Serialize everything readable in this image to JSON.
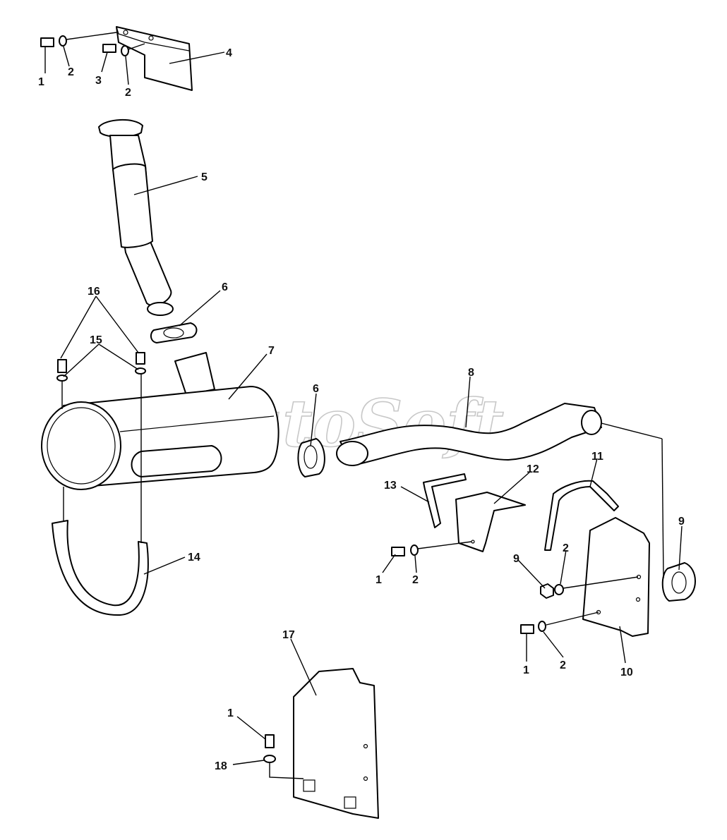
{
  "watermark": "AutoSoft",
  "labels": [
    {
      "id": "l1a",
      "text": "1"
    },
    {
      "id": "l2a",
      "text": "2"
    },
    {
      "id": "l3",
      "text": "3"
    },
    {
      "id": "l2b",
      "text": "2"
    },
    {
      "id": "l4",
      "text": "4"
    },
    {
      "id": "l5",
      "text": "5"
    },
    {
      "id": "l6a",
      "text": "6"
    },
    {
      "id": "l16",
      "text": "16"
    },
    {
      "id": "l15",
      "text": "15"
    },
    {
      "id": "l7",
      "text": "7"
    },
    {
      "id": "l6b",
      "text": "6"
    },
    {
      "id": "l8",
      "text": "8"
    },
    {
      "id": "l13",
      "text": "13"
    },
    {
      "id": "l12",
      "text": "12"
    },
    {
      "id": "l11",
      "text": "11"
    },
    {
      "id": "l9a",
      "text": "9"
    },
    {
      "id": "l9b",
      "text": "9"
    },
    {
      "id": "l2c",
      "text": "2"
    },
    {
      "id": "l14",
      "text": "14"
    },
    {
      "id": "l1b",
      "text": "1"
    },
    {
      "id": "l2d",
      "text": "2"
    },
    {
      "id": "l1c",
      "text": "1"
    },
    {
      "id": "l2e",
      "text": "2"
    },
    {
      "id": "l10",
      "text": "10"
    },
    {
      "id": "l17",
      "text": "17"
    },
    {
      "id": "l1d",
      "text": "1"
    },
    {
      "id": "l18",
      "text": "18"
    }
  ]
}
